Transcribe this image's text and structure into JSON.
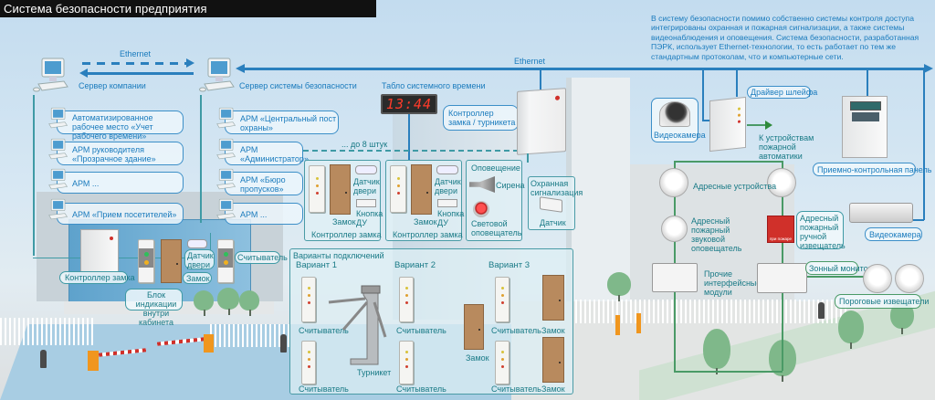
{
  "title": "Система безопасности предприятия",
  "intro_text": "В систему безопасности помимо собственно системы контроля доступа интегрированы охранная и пожарная сигнализации, а также системы видеонаблюдения и оповещения. Система безопасности, разработанная ПЭРК, использует Ethernet-технологии, то есть работает по тем же стандартным протоколам, что и компьютерные сети.",
  "network": {
    "ethernet_left": "Ethernet",
    "ethernet_main": "Ethernet",
    "company_server": "Сервер компании",
    "security_server": "Сервер системы безопасности"
  },
  "company_workstations": [
    {
      "label": "Автоматизированное рабочее место «Учет рабочего времени»"
    },
    {
      "label": "АРМ руководителя «Прозрачное здание»"
    },
    {
      "label": "АРМ ..."
    },
    {
      "label": "АРМ «Прием посетителей»"
    }
  ],
  "security_workstations": [
    {
      "label": "АРМ «Центральный пост охраны»"
    },
    {
      "label": "АРМ «Администратор»"
    },
    {
      "label": "АРМ «Бюро пропусков»"
    },
    {
      "label": "АРМ ..."
    }
  ],
  "clock_display": {
    "label": "Табло системного времени",
    "time": "13:44"
  },
  "up_to_8": "... до 8 штук",
  "lock_controller_units": [
    {
      "title": "Контроллер замка",
      "lock": "Замок",
      "door_sensor": "Датчик двери",
      "remote_button": "Кнопка ДУ"
    },
    {
      "title": "Контроллер замка",
      "lock": "Замок",
      "door_sensor": "Датчик двери",
      "remote_button": "Кнопка ДУ"
    }
  ],
  "turnstile_controller": "Контроллер замка / турникета",
  "notification": {
    "title": "Оповещение",
    "siren": "Сирена",
    "light": "Световой оповещатель"
  },
  "security_alarm": {
    "title": "Охранная сигнализация",
    "sensor": "Датчик"
  },
  "office": {
    "lock_controller": "Контроллер замка",
    "indicator_block": "Блок индикации внутри кабинета",
    "door_sensor": "Датчик двери",
    "lock": "Замок",
    "reader": "Считыватель"
  },
  "connection_variants": {
    "title": "Варианты подключений",
    "variants": [
      {
        "name": "Вариант 1",
        "reader_top": "Считыватель",
        "reader_bottom": "Считыватель",
        "device": "Турникет"
      },
      {
        "name": "Вариант 2",
        "reader_top": "Считыватель",
        "reader_bottom": "Считыватель",
        "device": "Замок"
      },
      {
        "name": "Вариант 3",
        "reader_top": "Считыватель",
        "reader_bottom": "Считыватель",
        "lock_top": "Замок",
        "lock_bottom": "Замок"
      }
    ]
  },
  "fire_system": {
    "camera_dome": "Видеокамера",
    "loop_driver": "Драйвер шлейфа",
    "to_fire_automation": "К устройствам пожарной автоматики",
    "control_panel": "Приемно-контрольная панель",
    "addressable_devices": "Адресные устройства",
    "sound_notifier": "Адресный пожарный звуковой оповещатель",
    "manual_call_point": "Адресный пожарный ручной извещатель",
    "manual_call_point_text": "при пожаре",
    "camera_box": "Видеокамера",
    "interface_modules": "Прочие интерфейсные модули",
    "zone_monitor": "Зонный монитор",
    "threshold_detectors": "Пороговые извещатели"
  },
  "colors": {
    "title_bg": "#111111",
    "network_blue": "#2a7fbd",
    "label_teal": "#197a86",
    "fire_green": "#4a9a66",
    "door_brown": "#b88a5e",
    "barrier_orange": "#f0961e",
    "alarm_red": "#d0302a"
  }
}
